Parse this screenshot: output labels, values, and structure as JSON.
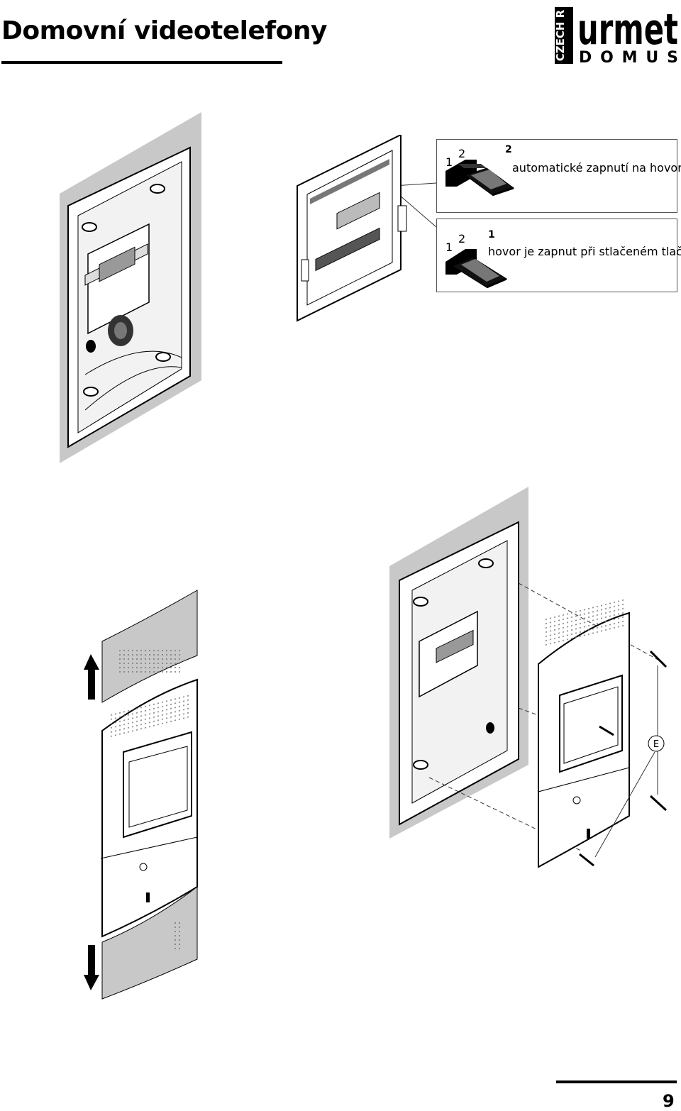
{
  "header": {
    "title": "Domovní videotelefony",
    "brand": {
      "region": "CZECH R",
      "name": "urmet",
      "sub": "DOMUS"
    }
  },
  "callouts": [
    {
      "setting": "2",
      "pin_a": "1",
      "pin_b": "2",
      "description": "automatické zapnutí na hovor"
    },
    {
      "setting": "1",
      "pin_a": "1",
      "pin_b": "2",
      "description": "hovor je zapnut při stlačeném tlačítku"
    }
  ],
  "figures": {
    "fixing_label": "E"
  },
  "footer": {
    "page_number": "9"
  }
}
